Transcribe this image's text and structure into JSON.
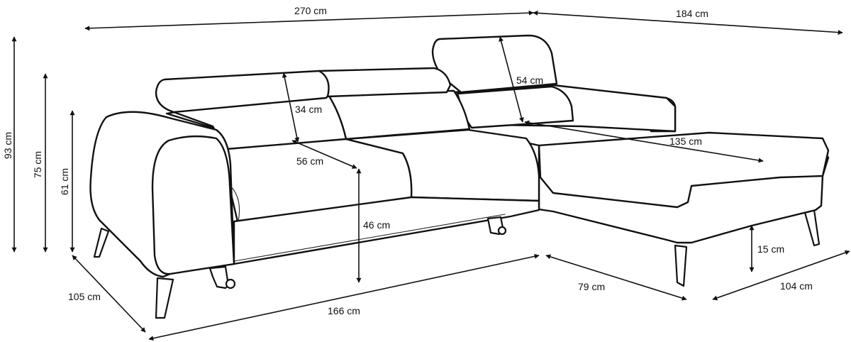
{
  "diagram": {
    "product": "corner-sofa-with-chaise",
    "stroke_color": "#111111",
    "background_color": "#ffffff",
    "dimensions": {
      "total_width": "270 cm",
      "chaise_depth": "184 cm",
      "height_max": "93 cm",
      "height_backrest": "75 cm",
      "height_armrest": "61 cm",
      "headrest_height": "34 cm",
      "chaise_headrest": "54 cm",
      "seat_depth": "56 cm",
      "seat_height": "46 cm",
      "chaise_length": "135 cm",
      "sofa_depth": "105 cm",
      "front_width": "166 cm",
      "chaise_width": "79 cm",
      "chaise_side": "104 cm",
      "leg_height": "15 cm"
    }
  }
}
